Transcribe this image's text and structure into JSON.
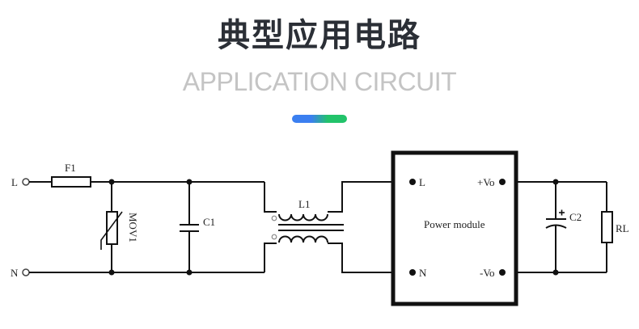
{
  "header": {
    "title": "典型应用电路",
    "subtitle": "APPLICATION CIRCUIT"
  },
  "colors": {
    "accent_start": "#3b7ff0",
    "accent_end": "#22c36a",
    "title": "#2b2f36",
    "subtitle": "#c4c4c4"
  },
  "circuit": {
    "terminals": {
      "line_in": "L",
      "neutral_in": "N"
    },
    "components": {
      "fuse": "F1",
      "varistor": "MOV1",
      "capacitor_x": "C1",
      "common_mode_choke": "L1",
      "output_capacitor": "C2",
      "output_capacitor_polarity": "+",
      "load": "RL"
    },
    "module": {
      "label": "Power module",
      "pin_l": "L",
      "pin_n": "N",
      "pin_vo_pos": "+Vo",
      "pin_vo_neg": "-Vo"
    }
  }
}
